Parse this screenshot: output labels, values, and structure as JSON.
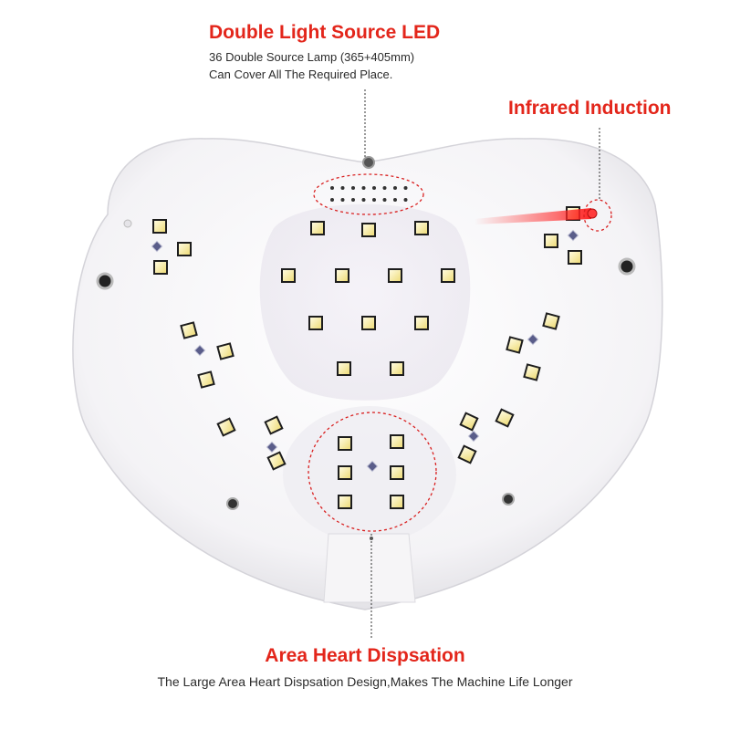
{
  "callouts": {
    "top": {
      "title": "Double Light Source LED",
      "line1": "36 Double Source Lamp (365+405mm)",
      "line2": "Can Cover All The Required Place."
    },
    "infrared": {
      "title": "Infrared Induction"
    },
    "bottom": {
      "title": "Area Heart Dispsation",
      "description": "The Large Area Heart Dispsation Design,Makes The Machine Life Longer"
    }
  },
  "colors": {
    "accent": "#e3261b",
    "led": "#f3e79a",
    "body": "#f7f6f8"
  }
}
